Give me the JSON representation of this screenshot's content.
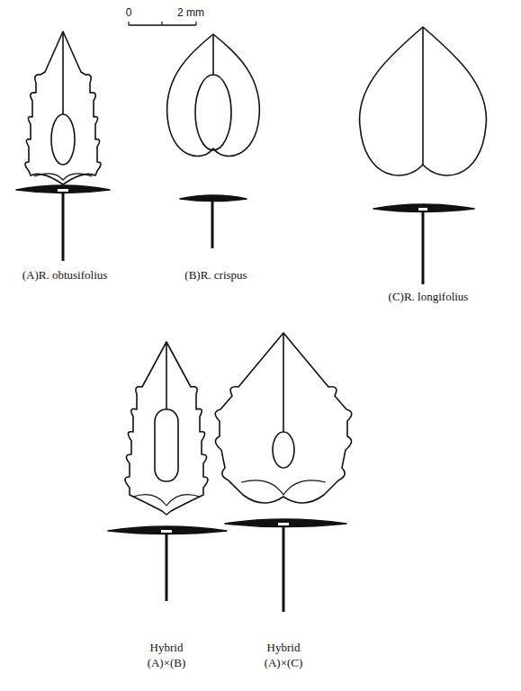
{
  "diagram": {
    "labels": [
      "0",
      "2 mm",
      "(A)R. obtusifolius",
      "(B)R. crispus",
      "(C)R. longifolius",
      "Hybrid",
      "(A)×(B)",
      "Hybrid",
      "(A)×(C)"
    ]
  }
}
